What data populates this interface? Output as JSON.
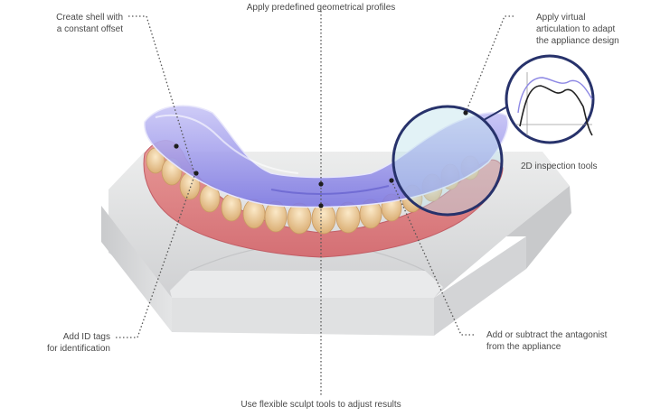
{
  "callouts": {
    "top_center": "Apply predefined geometrical profiles",
    "top_left": [
      "Create shell with",
      "a constant offset"
    ],
    "top_right": [
      "Apply virtual",
      "articulation to adapt",
      "the appliance design"
    ],
    "inspection": "2D inspection tools",
    "bottom_left": [
      "Add ID tags",
      "for identification"
    ],
    "bottom_right": [
      "Add or subtract the antagonist",
      "from the appliance"
    ],
    "bottom_center": "Use flexible sculpt tools to adjust results"
  },
  "colors": {
    "base": "#d9dadc",
    "gum": "#e58a8a",
    "tooth": "#efd2a2",
    "shell": "#8a86e6",
    "lens_ring": "#27326b",
    "leader": "#555555"
  }
}
